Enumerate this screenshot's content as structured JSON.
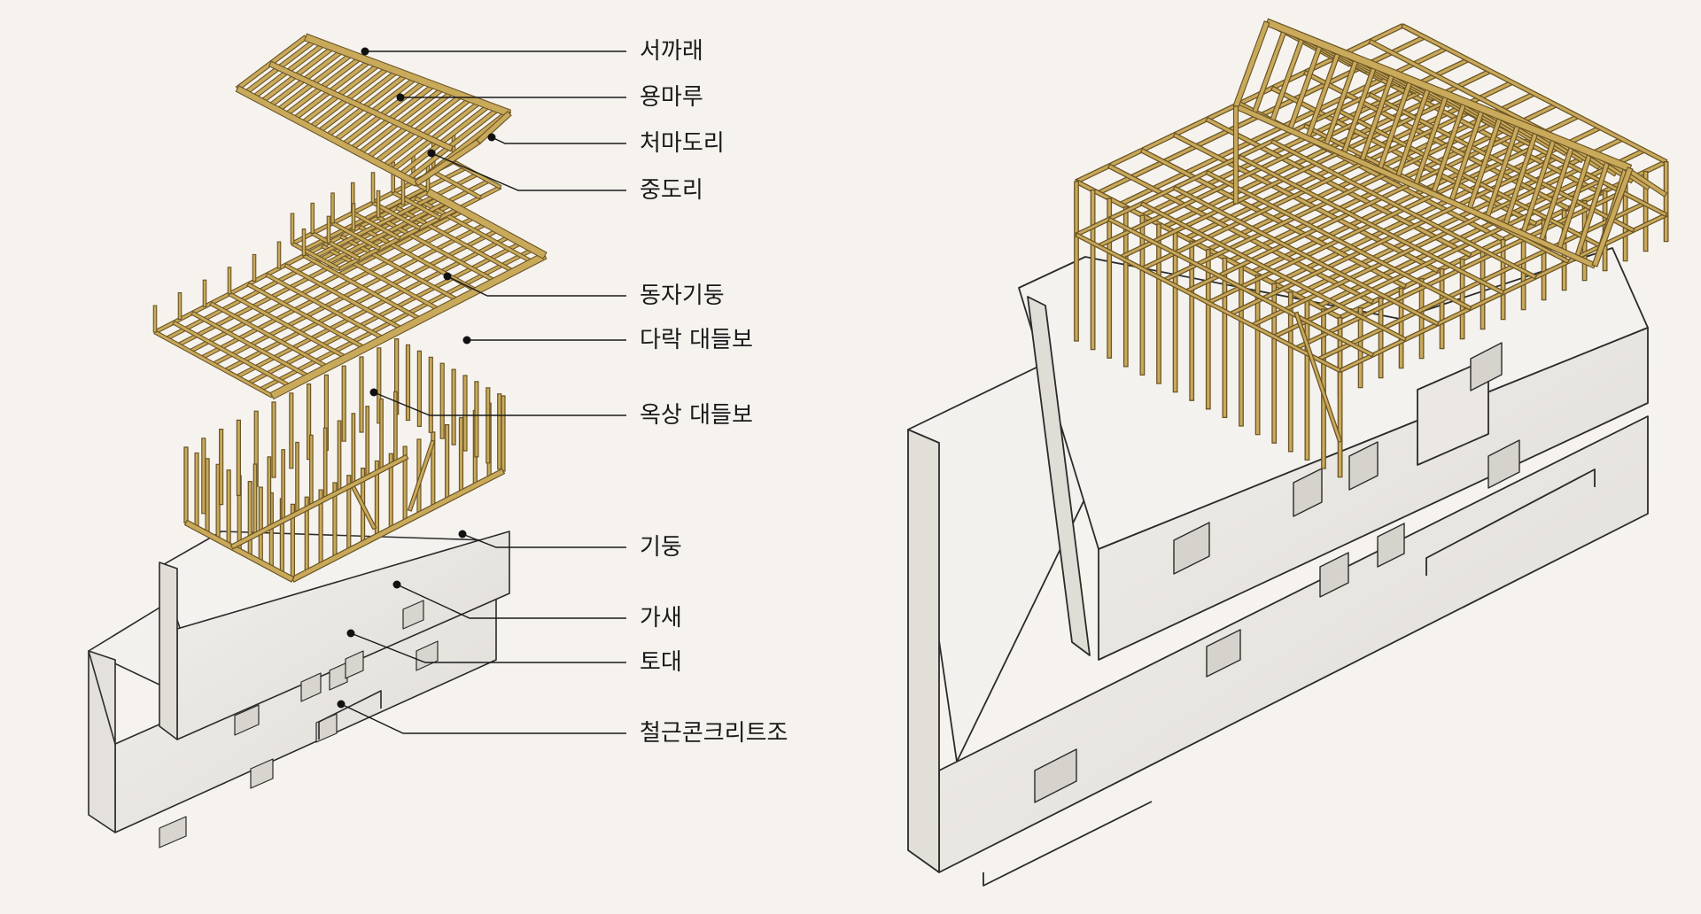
{
  "colors": {
    "background": "#f6f3ef",
    "timber": "#c9a95a",
    "timber_edge": "#6b5526",
    "concrete": "#eceae6",
    "concrete_edge": "#2b2b2b",
    "leader": "#1a1a1a"
  },
  "labels": [
    {
      "id": "rafter",
      "text": "서까래"
    },
    {
      "id": "ridge-beam",
      "text": "용마루"
    },
    {
      "id": "eave-purlin",
      "text": "처마도리"
    },
    {
      "id": "middle-purlin",
      "text": "중도리"
    },
    {
      "id": "king-post",
      "text": "동자기둥"
    },
    {
      "id": "attic-girder",
      "text": "다락 대들보"
    },
    {
      "id": "rooftop-girder",
      "text": "옥상 대들보"
    },
    {
      "id": "column",
      "text": "기둥"
    },
    {
      "id": "stud-brace",
      "text": "가새"
    },
    {
      "id": "sill",
      "text": "토대"
    },
    {
      "id": "rc-structure",
      "text": "철근콘크리트조"
    }
  ]
}
